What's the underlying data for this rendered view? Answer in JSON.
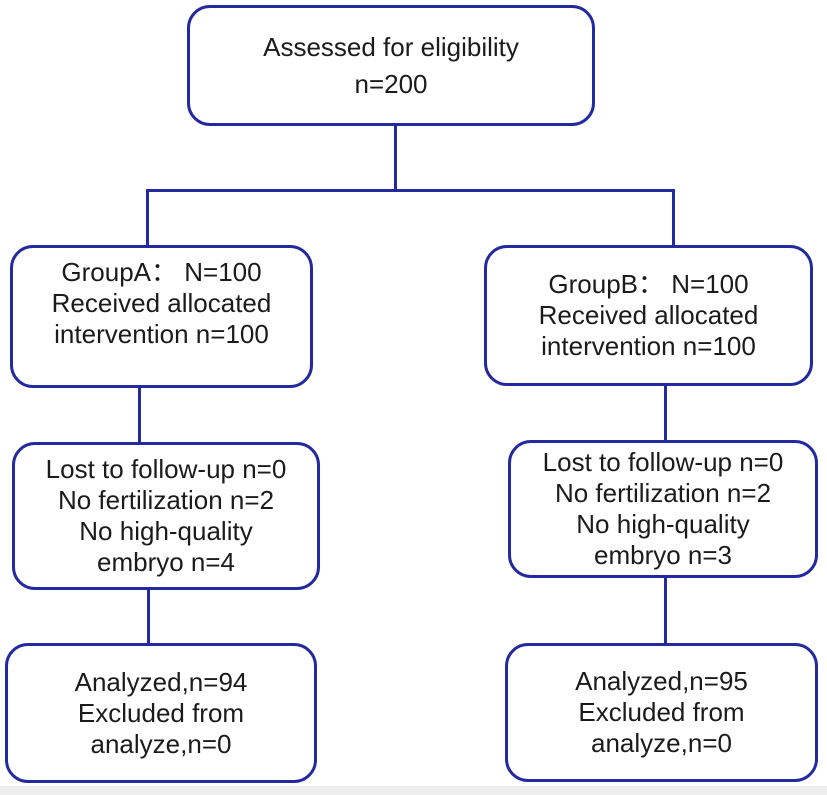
{
  "diagram": {
    "title_hint": "Participant flow chart",
    "accent_color": "#232AA0",
    "text_color": "#1b1b1b",
    "background_color": "#ffffff",
    "bottom_strip_color": "#EDEDED",
    "boxes": {
      "assessed": {
        "lines": [
          "Assessed for eligibility",
          "n=200"
        ]
      },
      "groupA": {
        "lines": [
          "GroupA： N=100",
          "Received allocated",
          "intervention n=100"
        ]
      },
      "groupB": {
        "lines": [
          "GroupB： N=100",
          "Received allocated",
          "intervention n=100"
        ]
      },
      "lostA": {
        "lines": [
          "Lost to follow-up n=0",
          "No fertilization n=2",
          "No high-quality",
          "embryo n=4"
        ]
      },
      "lostB": {
        "lines": [
          "Lost to follow-up n=0",
          "No fertilization n=2",
          "No high-quality",
          "embryo n=3"
        ]
      },
      "analyzedA": {
        "lines": [
          "Analyzed,n=94",
          "Excluded from",
          "analyze,n=0"
        ]
      },
      "analyzedB": {
        "lines": [
          "Analyzed,n=95",
          "Excluded from",
          "analyze,n=0"
        ]
      }
    }
  }
}
